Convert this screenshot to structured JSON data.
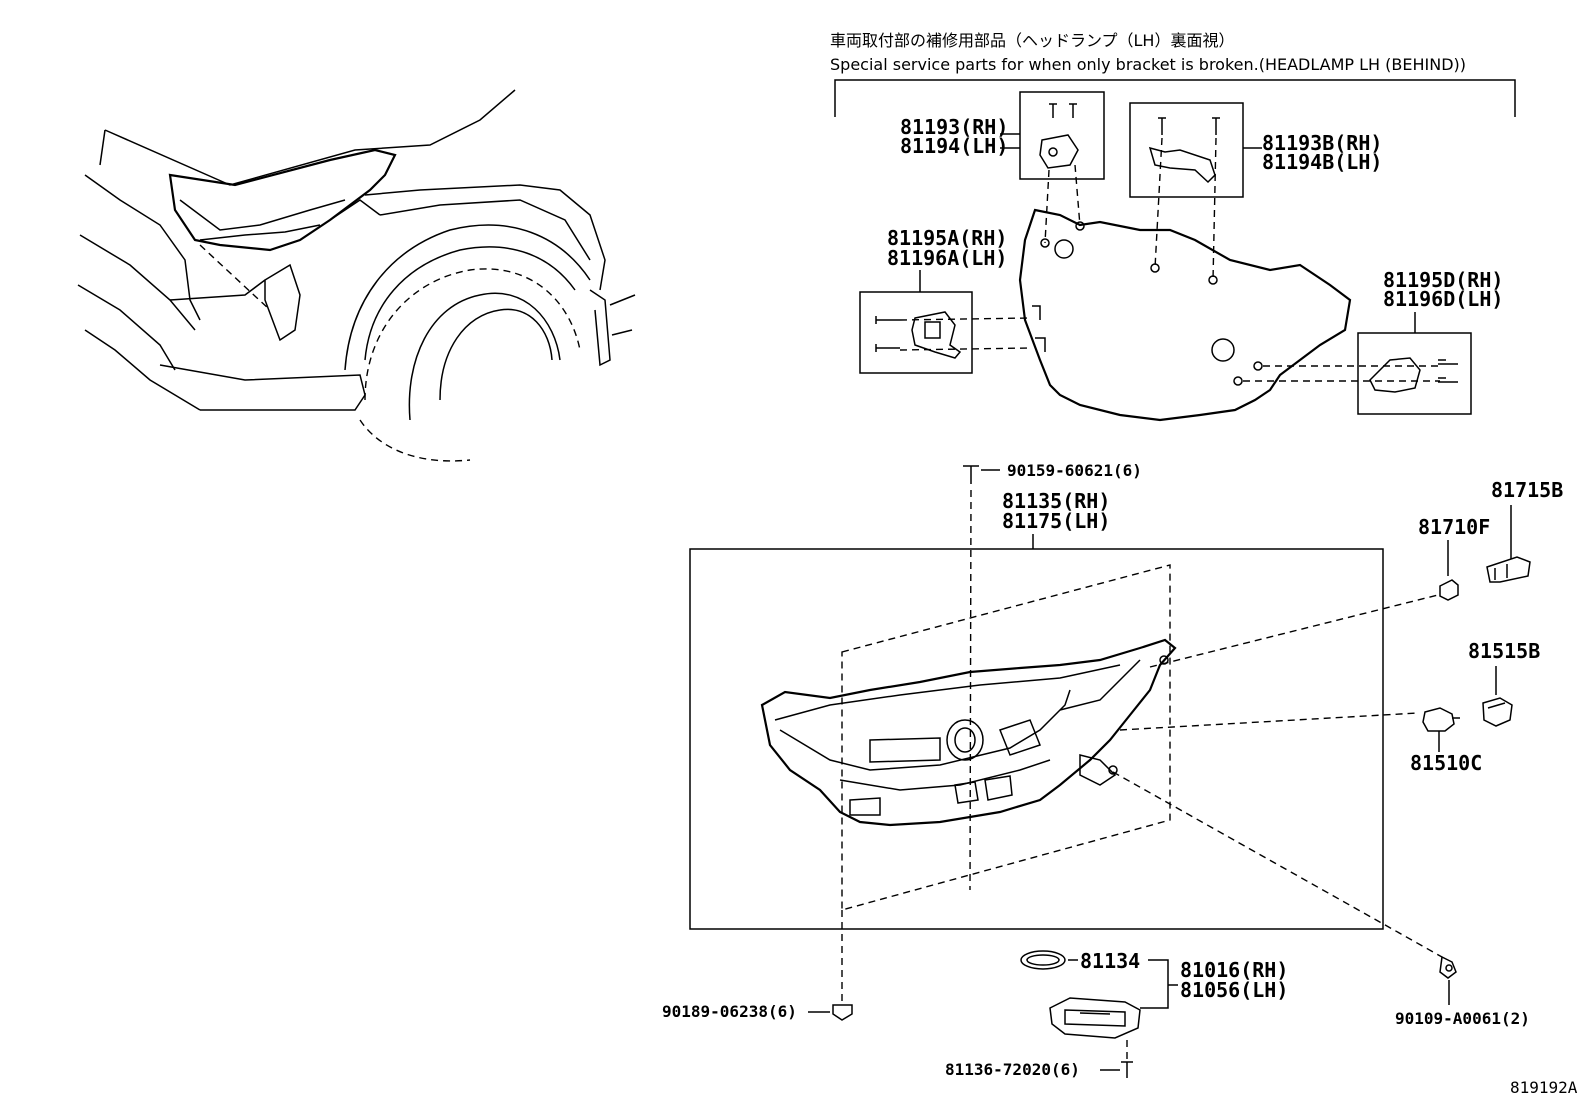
{
  "header": {
    "title_jp": "車両取付部の補修用部品（ヘッドランプ（LH）裏面視）",
    "title_en": "Special service parts for when only bracket is broken.(HEADLAMP LH (BEHIND))"
  },
  "labels": {
    "p81193": "81193(RH)",
    "p81194": "81194(LH)",
    "p81193b": "81193B(RH)",
    "p81194b": "81194B(LH)",
    "p81195a": "81195A(RH)",
    "p81196a": "81196A(LH)",
    "p81195d": "81195D(RH)",
    "p81196d": "81196D(LH)",
    "p90159": "90159-60621(6)",
    "p81135": "81135(RH)",
    "p81175": "81175(LH)",
    "p81715b": "81715B",
    "p81710f": "81710F",
    "p81515b": "81515B",
    "p81510c": "81510C",
    "p81134": "81134",
    "p81016": "81016(RH)",
    "p81056": "81056(LH)",
    "p90189": "90189-06238(6)",
    "p90109": "90109-A0061(2)",
    "p81136": "81136-72020(6)"
  },
  "figure_id": "819192A",
  "icons": [
    "vehicle-front-illustration",
    "headlamp-assembly-icon",
    "bracket-icon",
    "screw-icon",
    "bulb-icon",
    "socket-icon",
    "gasket-ring-icon",
    "ballast-module-icon"
  ]
}
